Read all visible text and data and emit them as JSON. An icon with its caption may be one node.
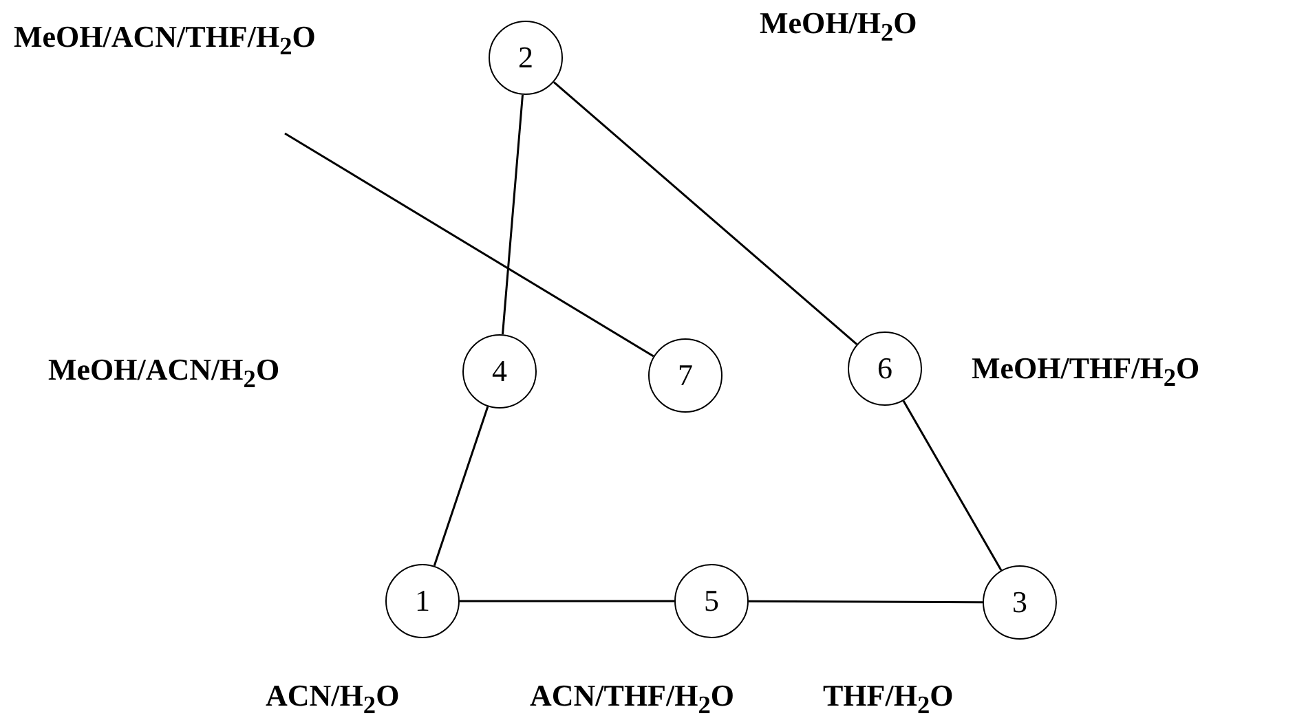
{
  "diagram": {
    "nodes": [
      {
        "text": [
          "MeOH/ACN/THF/H$_{2}$O"
        ]
      },
      {
        "text": [
          "2"
        ]
      },
      {
        "text": [
          "4"
        ]
      },
      {
        "text": [
          "7"
        ]
      },
      {
        "text": [
          "6"
        ],
        "beside": [
          "MeOH/THF/H$_{2}$O"
        ]
      },
      {
        "text": [
          "1"
        ],
        "beside": [
          "ACN/H$_{2}$O"
        ]
      },
      {
        "text": [
          "5"
        ],
        "beside": [
          "ACN/THF/H$_{2}$O"
        ]
      },
      {
        "text": [
          "3"
        ],
        "beside": [
          "THF/H$_{2}$O"
        ]
      }
    ],
    "edges": [
      {
        "from": 1,
        "to": 2,
        "arrow": "none"
      },
      {
        "from": 1,
        "to": 4,
        "arrow": "none"
      },
      {
        "from": 2,
        "to": 5,
        "arrow": "none"
      },
      {
        "from": 4,
        "to": 7,
        "arrow": "none"
      },
      {
        "from": 5,
        "to": 6,
        "arrow": "none"
      },
      {
        "from": 6,
        "to": 7,
        "arrow": "none"
      },
      {
        "from": 0,
        "to": 3,
        "arrow": "none"
      }
    ],
    "labels": [
      "MeOH/H$_{2}$O",
      "MeOH/ACN/H$_{2}$O"
    ]
  }
}
